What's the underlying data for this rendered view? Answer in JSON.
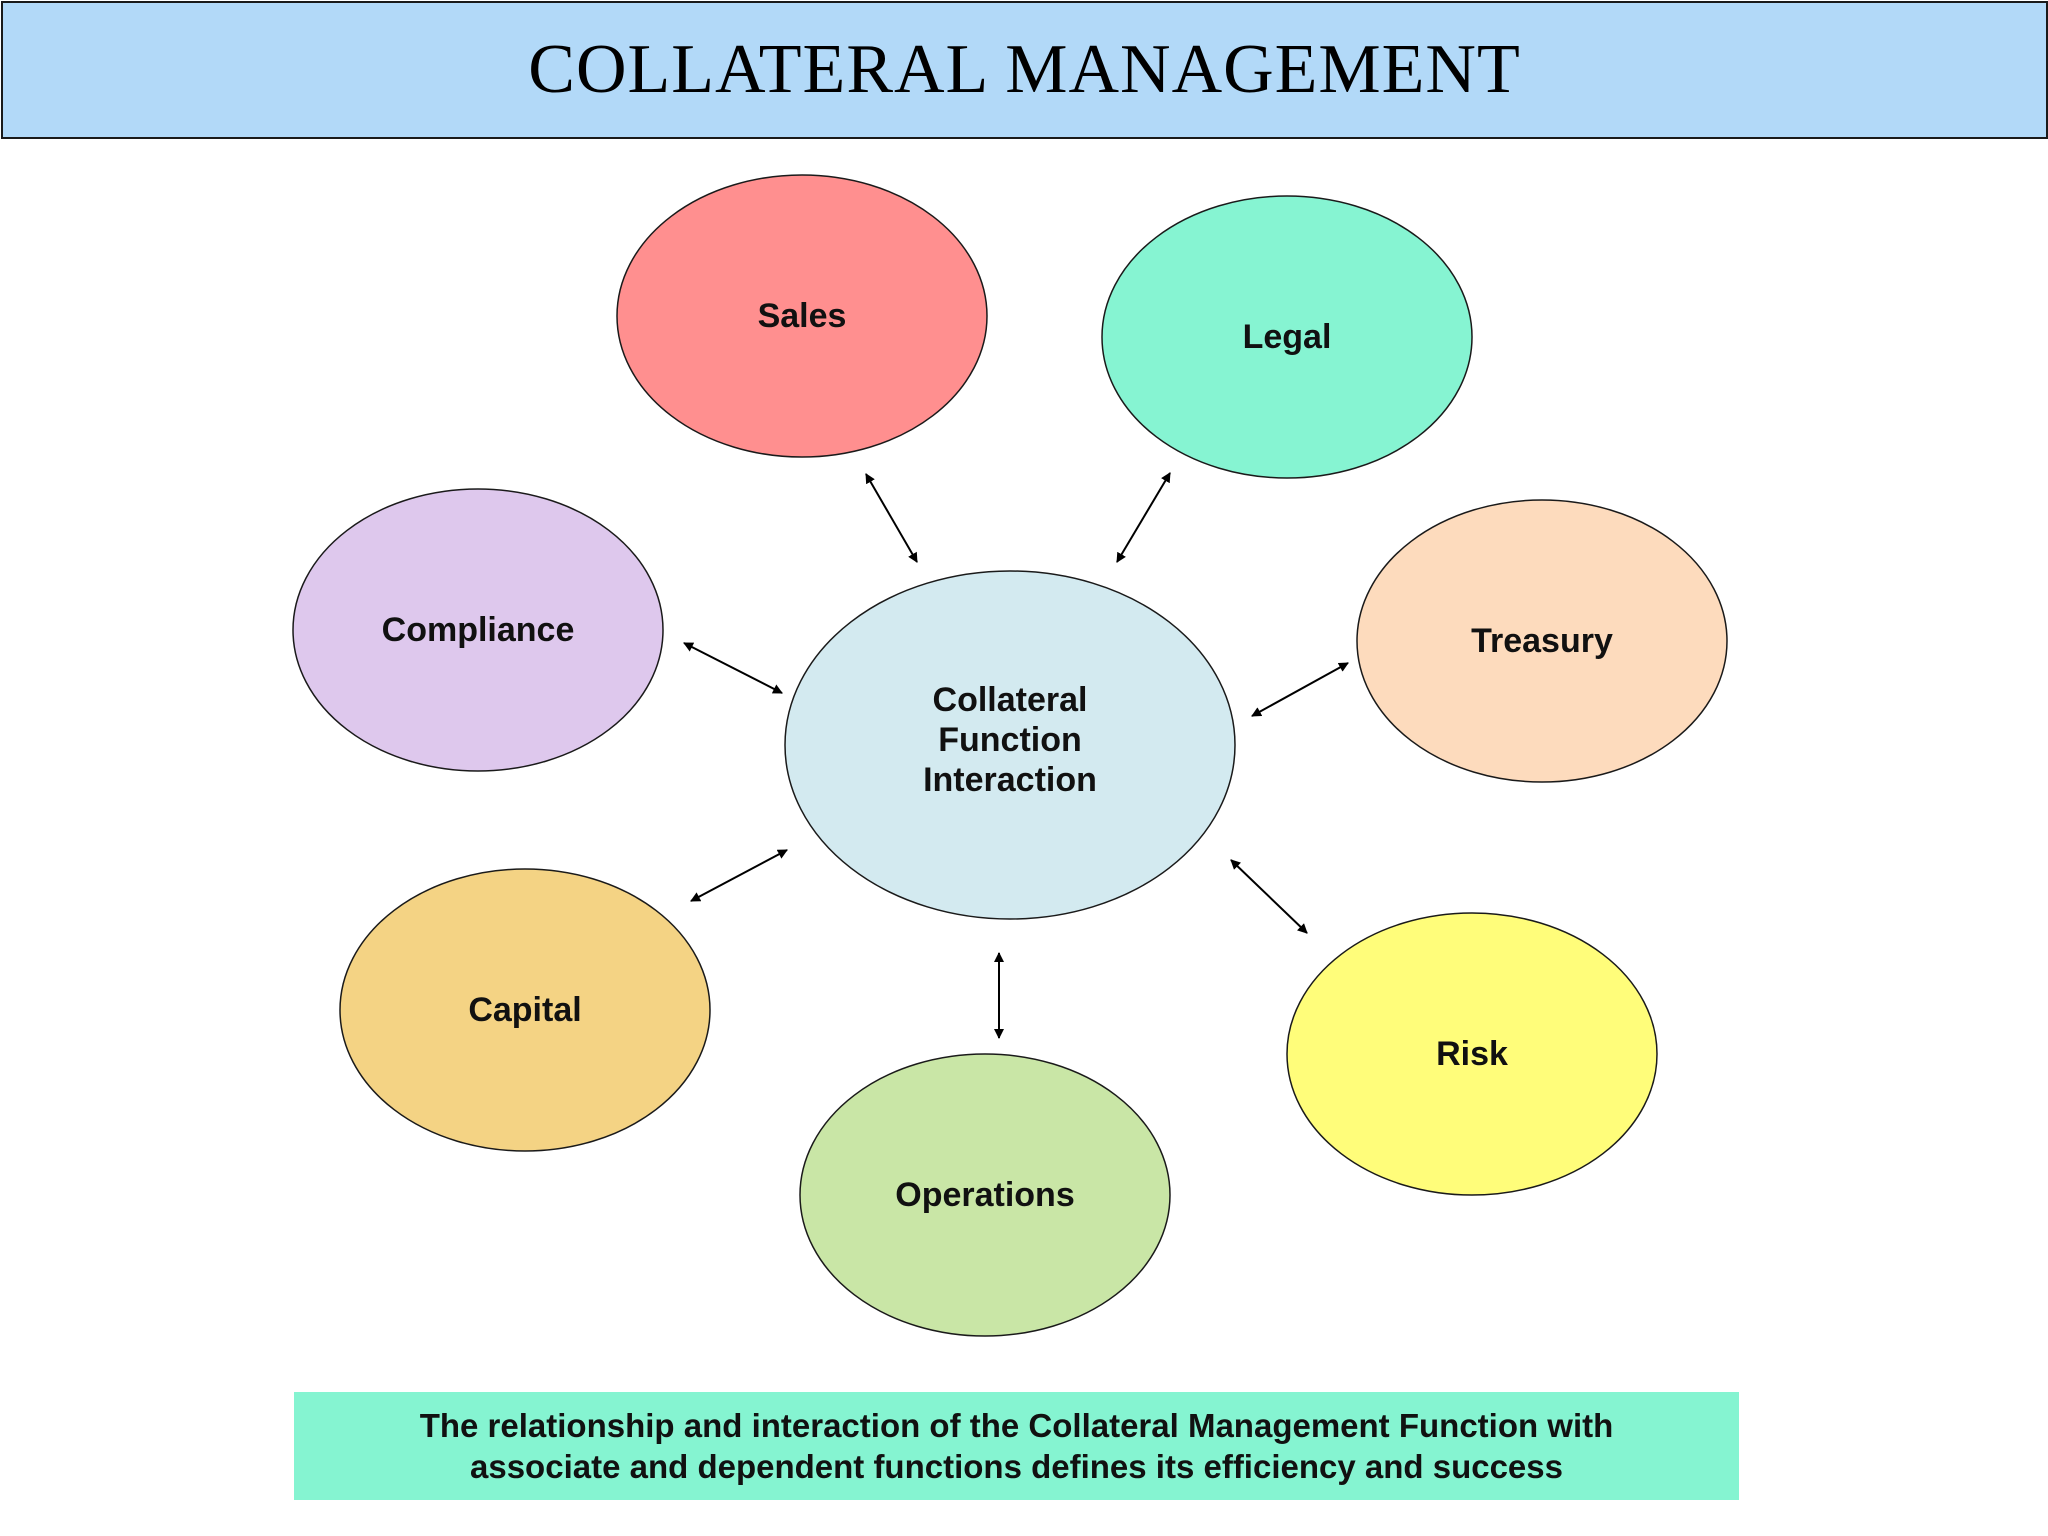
{
  "title": "COLLATERAL MANAGEMENT",
  "center": {
    "lines": [
      "Collateral",
      "Function",
      "Interaction"
    ],
    "color": "#d3eaf0"
  },
  "nodes": [
    {
      "id": "sales",
      "label": "Sales",
      "color": "#ff8f8f"
    },
    {
      "id": "legal",
      "label": "Legal",
      "color": "#86f4d2"
    },
    {
      "id": "treasury",
      "label": "Treasury",
      "color": "#fddbbd"
    },
    {
      "id": "risk",
      "label": "Risk",
      "color": "#fffd7a"
    },
    {
      "id": "operations",
      "label": "Operations",
      "color": "#c9e6a6"
    },
    {
      "id": "capital",
      "label": "Capital",
      "color": "#f4d384"
    },
    {
      "id": "compliance",
      "label": "Compliance",
      "color": "#dec8ed"
    }
  ],
  "caption": {
    "line1": "The relationship and interaction of the Collateral Management Function with",
    "line2": "associate and dependent functions defines its efficiency and success",
    "color": "#85f4d1"
  }
}
